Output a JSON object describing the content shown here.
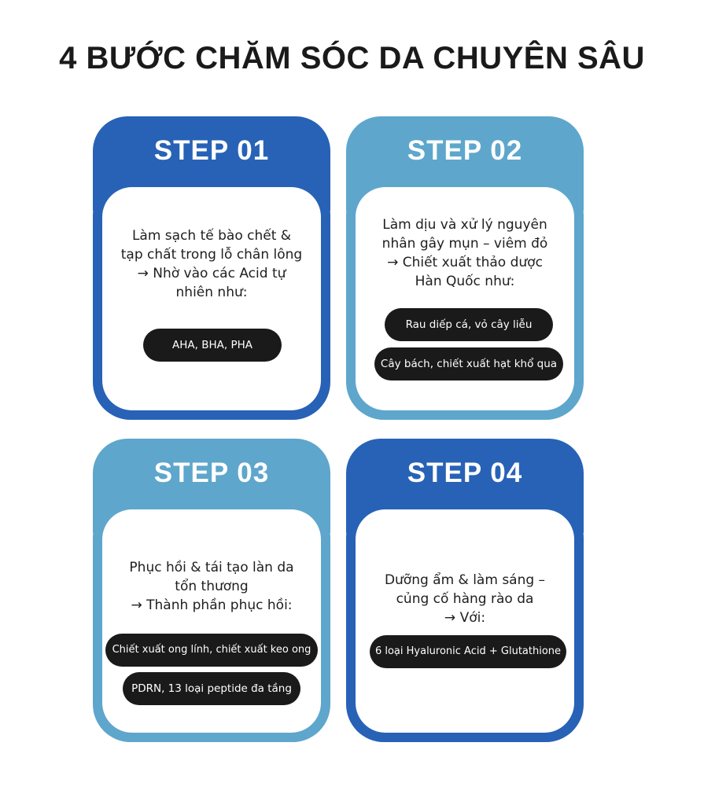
{
  "title": "4 BƯỚC CHĂM SÓC DA CHUYÊN SÂU",
  "colors": {
    "dark_blue": "#2762b6",
    "light_blue": "#5ea6cc",
    "pill": "#1a1a1a"
  },
  "steps": [
    {
      "label": "STEP 01",
      "desc": [
        "Làm sạch tế bào chết &",
        "tạp chất trong lỗ chân lông",
        "→ Nhờ vào các Acid tự",
        "nhiên như:"
      ],
      "pills": [
        "AHA, BHA, PHA"
      ]
    },
    {
      "label": "STEP 02",
      "desc": [
        "Làm dịu và xử lý nguyên",
        "nhân gây mụn – viêm đỏ",
        "→ Chiết xuất thảo dược",
        "Hàn Quốc như:"
      ],
      "pills": [
        "Rau diếp cá, vỏ cây liễu",
        "Cây bách, chiết xuất hạt khổ qua"
      ]
    },
    {
      "label": "STEP 03",
      "desc": [
        "Phục hồi & tái tạo làn da",
        "tổn thương",
        "→ Thành phần phục hồi:"
      ],
      "pills": [
        "Chiết xuất ong lính, chiết xuất keo ong",
        "PDRN, 13 loại peptide đa tầng"
      ]
    },
    {
      "label": "STEP 04",
      "desc": [
        "Dưỡng ẩm & làm sáng –",
        "củng cố hàng rào da",
        "→ Với:"
      ],
      "pills": [
        "6 loại Hyaluronic Acid + Glutathione"
      ]
    }
  ]
}
